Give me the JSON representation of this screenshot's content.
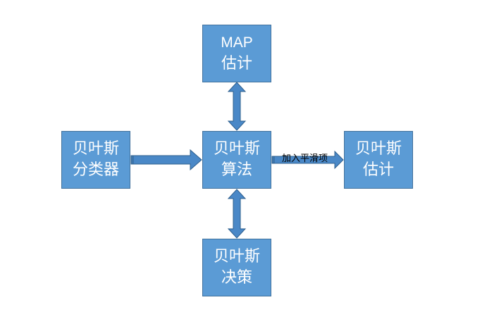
{
  "colors": {
    "node_fill": "#5b9bd5",
    "node_border": "#41719c",
    "arrow_fill": "#4a88c7",
    "arrow_border": "#2e5f8e",
    "node_text": "#ffffff",
    "background": "#ffffff"
  },
  "nodes": {
    "map": {
      "line1": "MAP",
      "line2": "估计"
    },
    "center": {
      "line1": "贝叶斯",
      "line2": "算法"
    },
    "left": {
      "line1": "贝叶斯",
      "line2": "分类器"
    },
    "right": {
      "line1": "贝叶斯",
      "line2": "估计"
    },
    "bottom": {
      "line1": "贝叶斯",
      "line2": "决策"
    }
  },
  "edges": [
    {
      "from": "map",
      "to": "center",
      "direction": "both"
    },
    {
      "from": "left",
      "to": "center",
      "direction": "forward"
    },
    {
      "from": "center",
      "to": "right",
      "direction": "forward",
      "label": "加入平滑项"
    },
    {
      "from": "center",
      "to": "bottom",
      "direction": "both"
    }
  ]
}
